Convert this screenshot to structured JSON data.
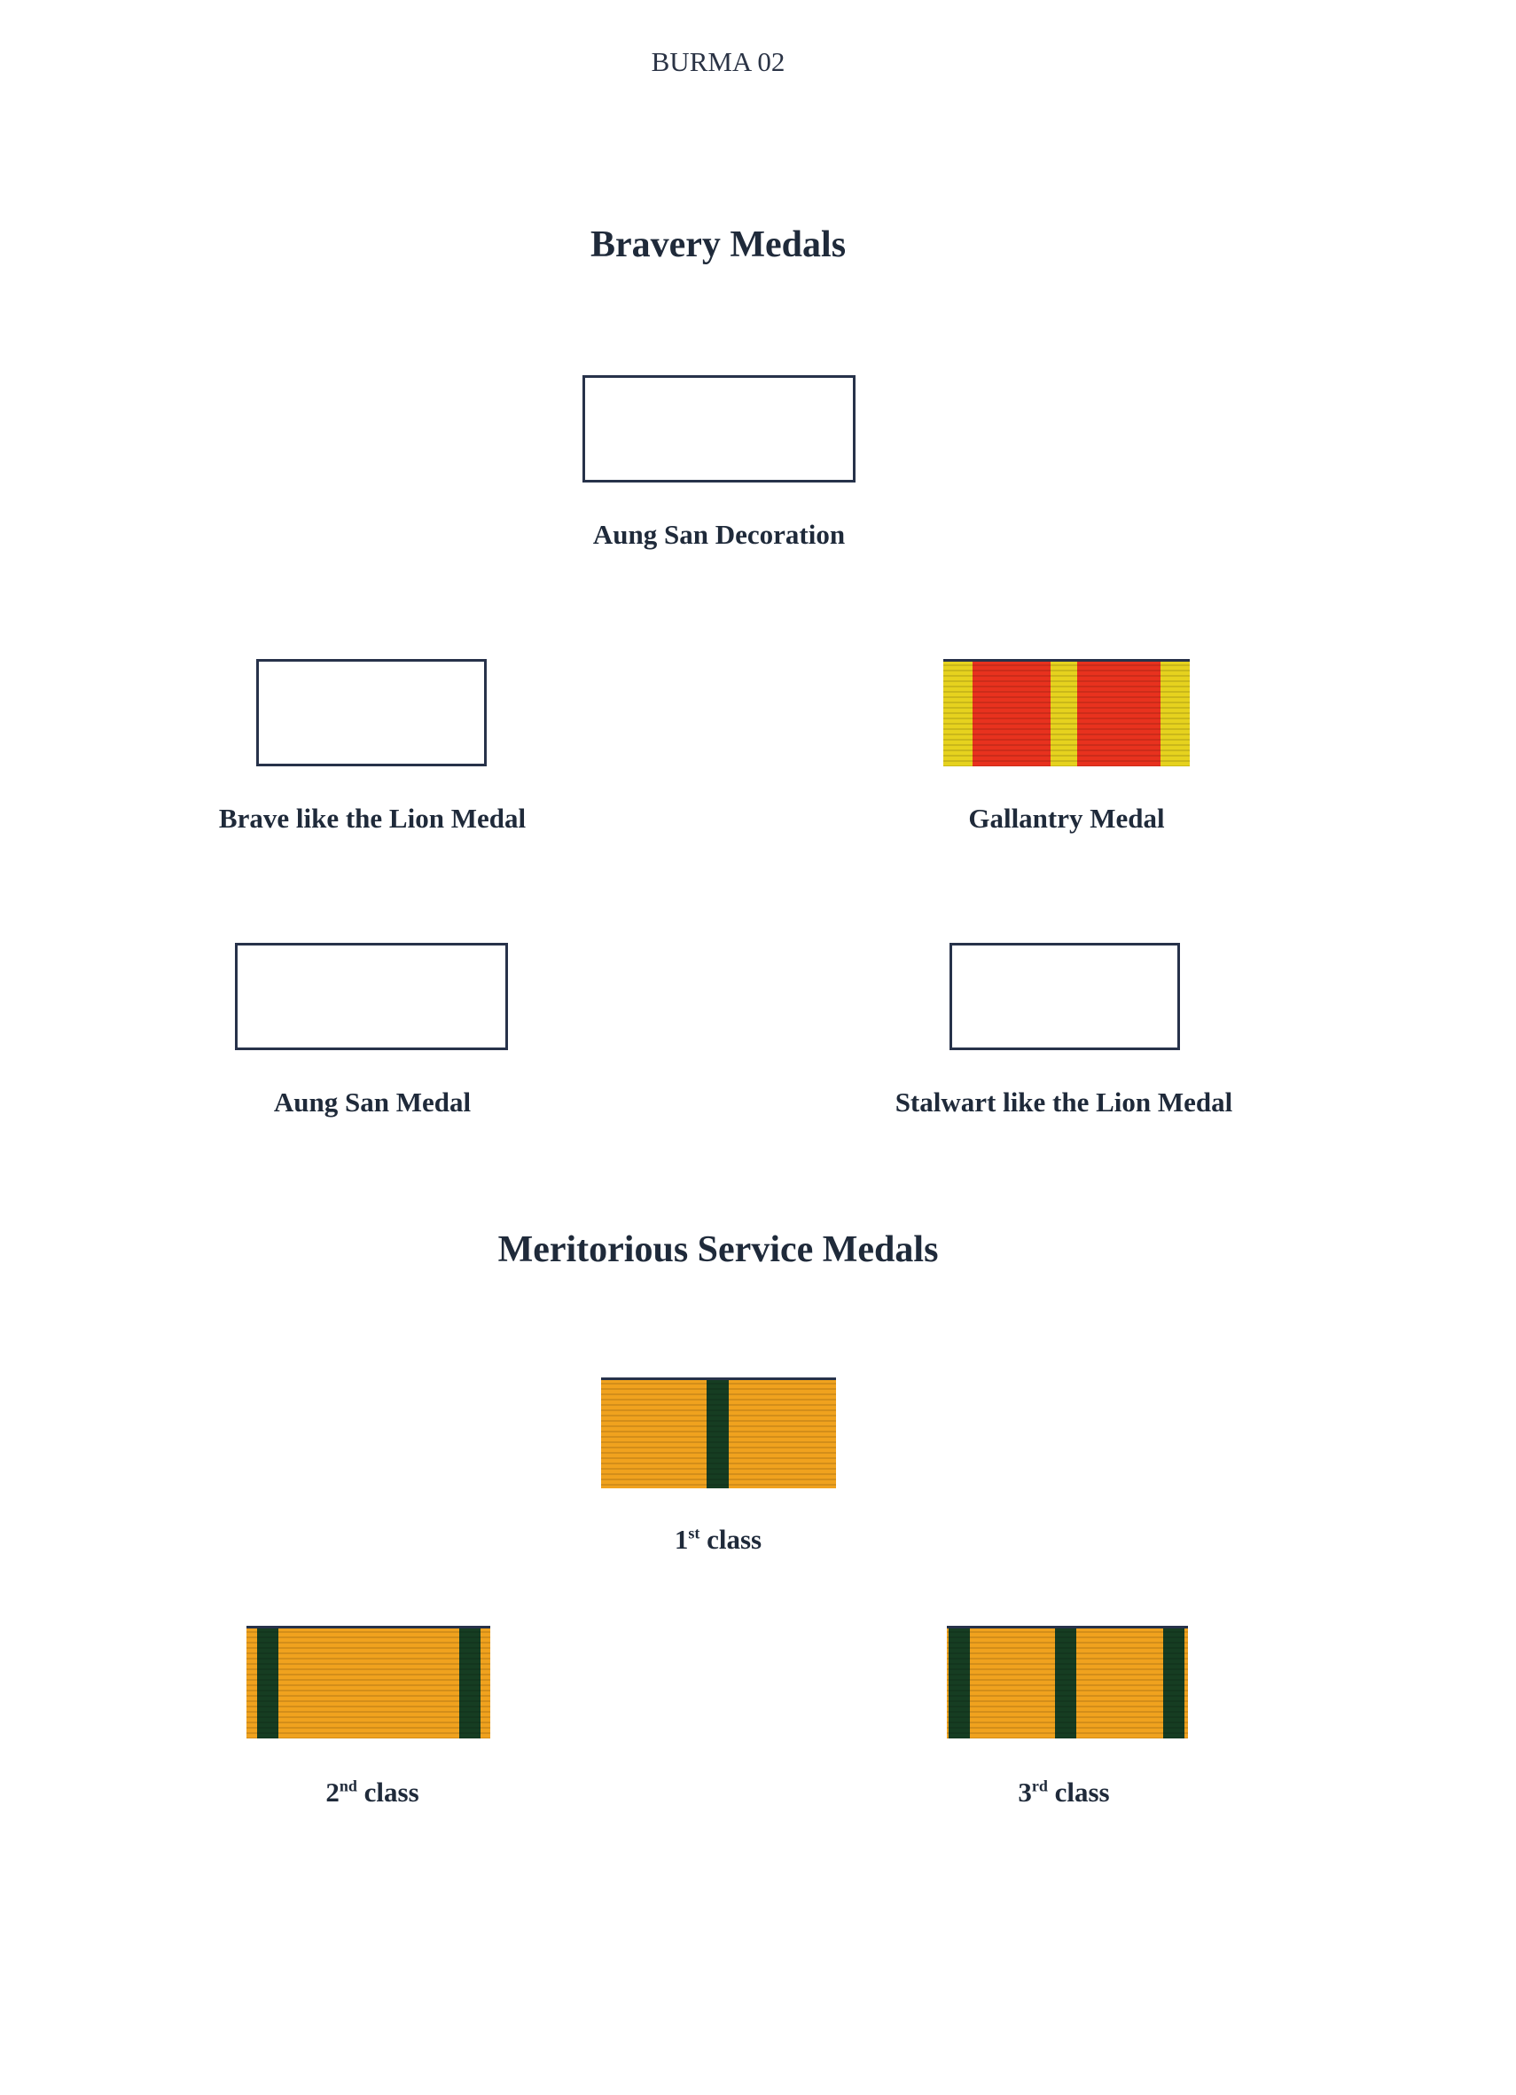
{
  "header": {
    "page_code": "BURMA 02"
  },
  "sections": {
    "bravery": {
      "title": "Bravery Medals"
    },
    "meritorious": {
      "title": "Meritorious Service Medals"
    }
  },
  "medals": {
    "aung_san_decoration": {
      "label": "Aung San Decoration"
    },
    "brave_lion": {
      "label": "Brave like the Lion Medal"
    },
    "gallantry": {
      "label": "Gallantry Medal"
    },
    "aung_san_medal": {
      "label": "Aung San Medal"
    },
    "stalwart_lion": {
      "label": "Stalwart like the Lion Medal"
    },
    "first_class": {
      "num": "1",
      "suffix": "st",
      "label": "class"
    },
    "second_class": {
      "num": "2",
      "suffix": "nd",
      "label": "class"
    },
    "third_class": {
      "num": "3",
      "suffix": "rd",
      "label": "class"
    }
  },
  "colors": {
    "outline": "#27324a",
    "red": "#e8321e",
    "yellow": "#e6d21e",
    "orange": "#f0a21e",
    "green": "#163d22"
  }
}
